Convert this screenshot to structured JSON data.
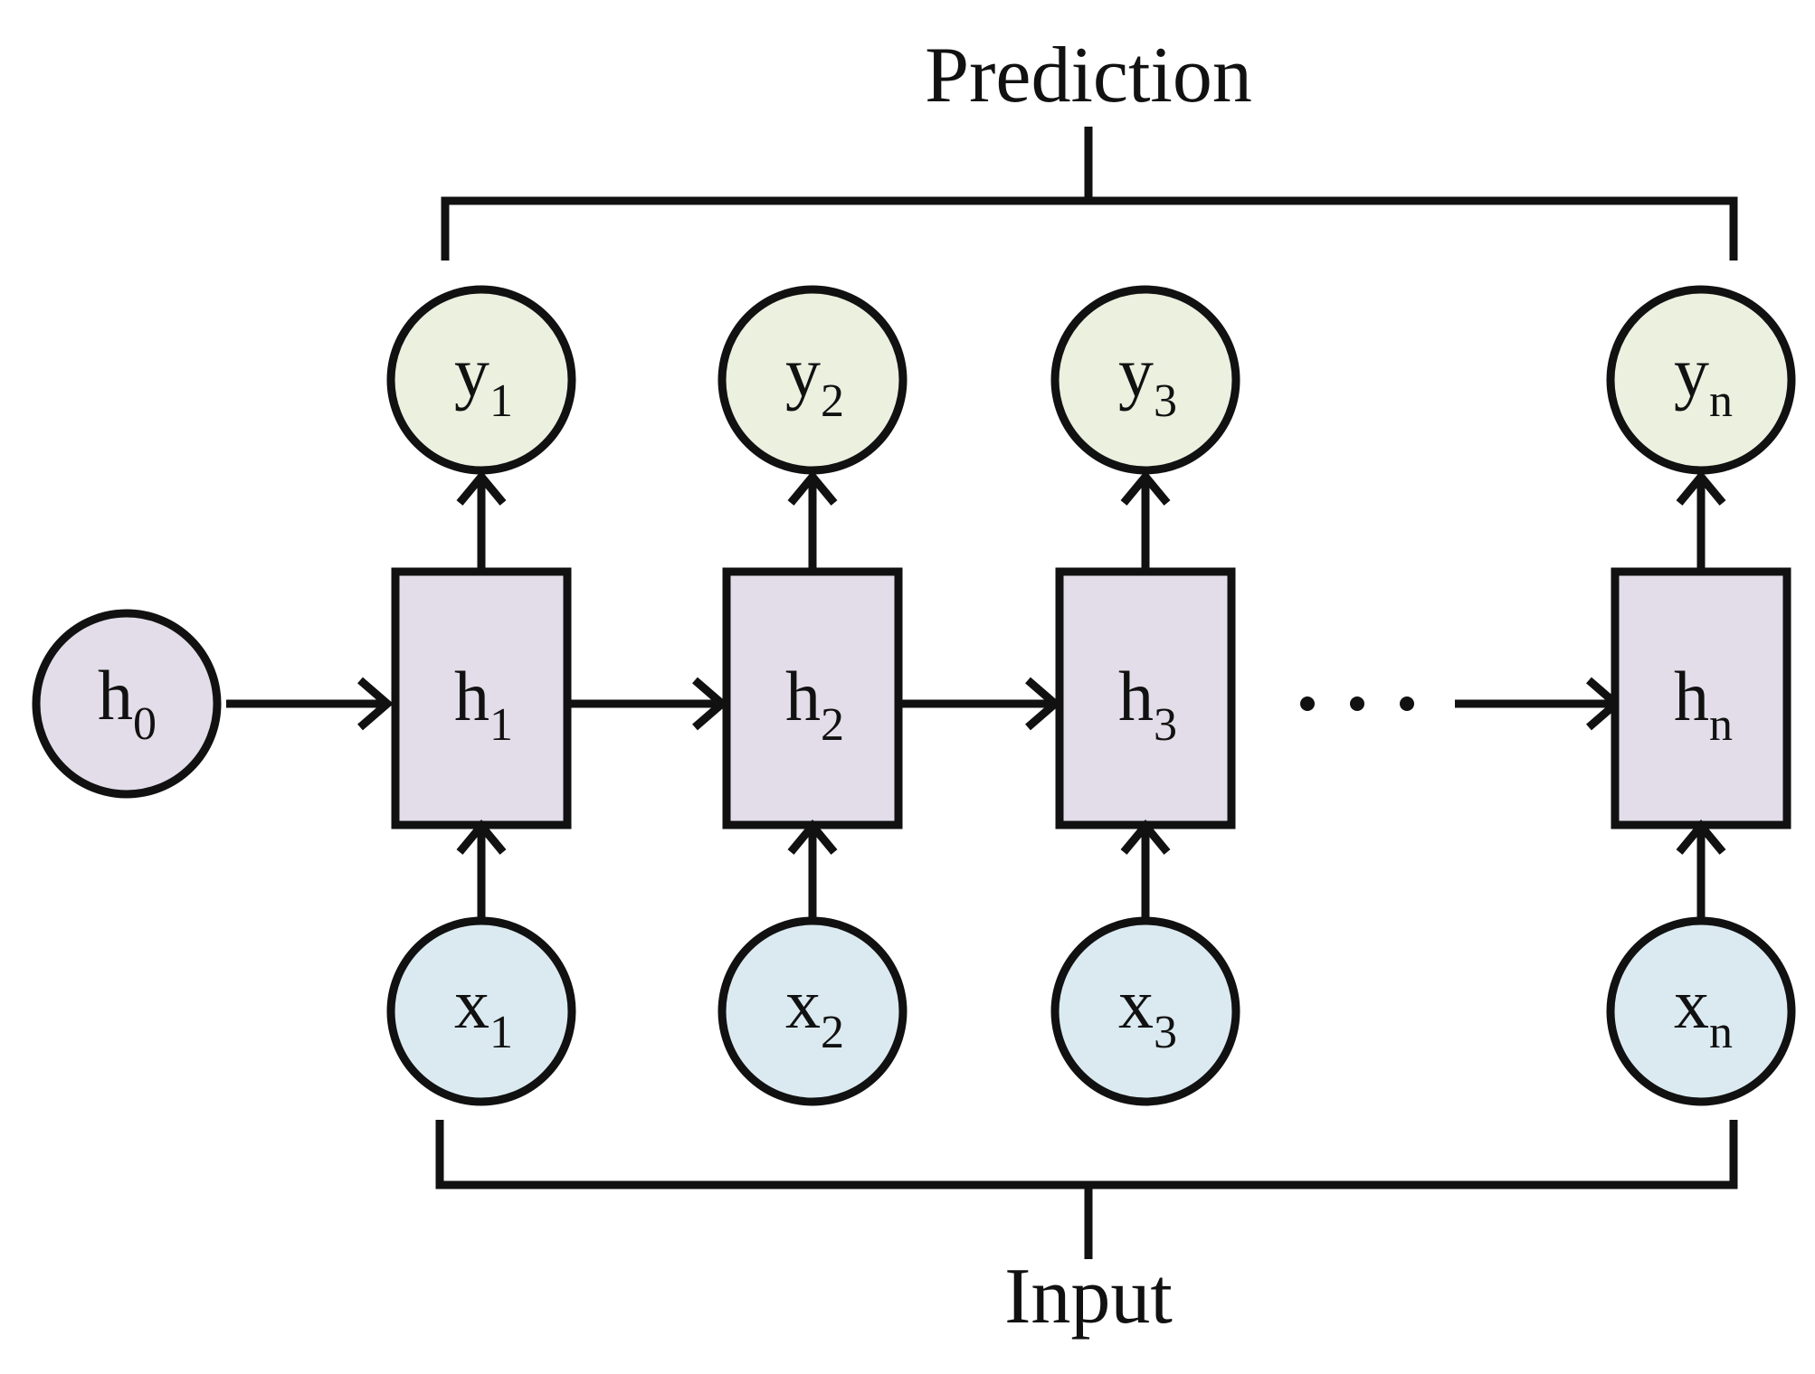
{
  "title": "Prediction",
  "footer": "Input",
  "colors": {
    "output_fill": "#ebf0df",
    "hidden_fill": "#e3dde9",
    "input_fill": "#daeaf0",
    "h0_fill": "#e3dde9",
    "stroke": "#111111"
  },
  "nodes": {
    "h0": {
      "main": "h",
      "sub": "0"
    },
    "hidden": [
      {
        "main": "h",
        "sub": "1"
      },
      {
        "main": "h",
        "sub": "2"
      },
      {
        "main": "h",
        "sub": "3"
      },
      {
        "main": "h",
        "sub": "n"
      }
    ],
    "outputs": [
      {
        "main": "y",
        "sub": "1"
      },
      {
        "main": "y",
        "sub": "2"
      },
      {
        "main": "y",
        "sub": "3"
      },
      {
        "main": "y",
        "sub": "n"
      }
    ],
    "inputs": [
      {
        "main": "x",
        "sub": "1"
      },
      {
        "main": "x",
        "sub": "2"
      },
      {
        "main": "x",
        "sub": "3"
      },
      {
        "main": "x",
        "sub": "n"
      }
    ]
  }
}
